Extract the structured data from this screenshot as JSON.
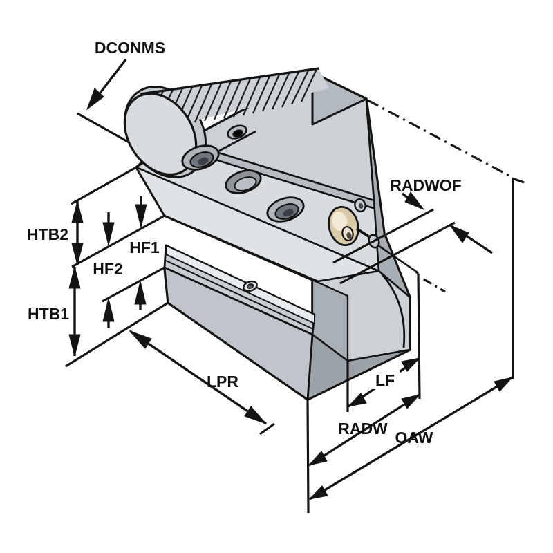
{
  "diagram": {
    "type": "technical-dimension-drawing",
    "subject": "VDI radial toolholder (form C) isometric view with dimension annotations",
    "labels": {
      "dconms": "DCONMS",
      "htb2": "HTB2",
      "hf1": "HF1",
      "hf2": "HF2",
      "htb1": "HTB1",
      "lpr": "LPR",
      "radwof": "RADWOF",
      "lf": "LF",
      "radw": "RADW",
      "oaw": "OAW"
    },
    "colors": {
      "background": "#ffffff",
      "outline": "#141414",
      "body_light": "#dfe3e6",
      "body_mid": "#cdd2d6",
      "body_dark": "#a8afb4",
      "seat_bright": "#e8ebed",
      "hole_dark": "#6f767b",
      "port_tan": "#d9cba9",
      "port_highlight": "#f2ead7"
    }
  }
}
